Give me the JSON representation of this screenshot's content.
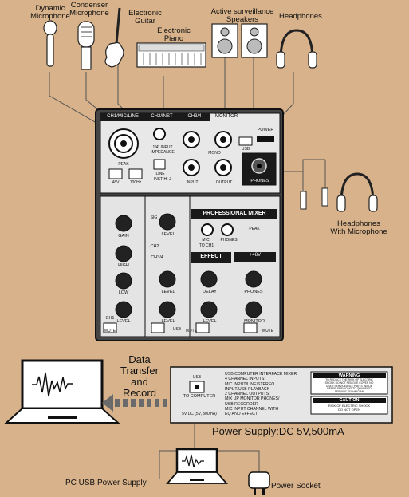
{
  "devices": {
    "dynamic_mic": [
      "Dynamic",
      "Microphone"
    ],
    "condenser_mic": [
      "Condenser",
      "Microphone"
    ],
    "guitar": [
      "Electronic",
      "Guitar"
    ],
    "piano": [
      "Electronic",
      "Piano"
    ],
    "speakers": [
      "Active surveillance",
      "Speakers"
    ],
    "headphones": "Headphones",
    "headset": [
      "Headphones",
      "With Microphone"
    ]
  },
  "mixer": {
    "top": {
      "ch1_mic_line": "CH1/MIC/LINE",
      "ch2_inst": "CH2/INST",
      "ch3_4": "CH3/4",
      "monitor": "MONITOR",
      "power": "POWER",
      "usb": "USB",
      "input_impedance": [
        "1/4\" INPUT",
        "IMPEDANCE"
      ],
      "peak": "PEAK",
      "gain_48v": "48V",
      "gain_100hz": "100Hz",
      "line": "LINE",
      "inst_hi_z": "INST-HI-Z",
      "mono": "MONO",
      "input": "INPUT",
      "output": "OUTPUT",
      "phones": "PHONES"
    },
    "bottom": {
      "professional_mixer": "PROFESSIONAL MIXER",
      "gain": "GAIN",
      "high": "HIGH",
      "low": "LOW",
      "level": "LEVEL",
      "ch1": "CH1",
      "ch2": "CH2",
      "ch3_4": "CH3/4",
      "mute": "MUTE",
      "usb": "USB",
      "sig": "SIG",
      "effect": "EFFECT",
      "delay": "DELAY",
      "plus48v": "+48V",
      "phones": "PHONES",
      "monitor": "MONITOR",
      "mic_in": "MIC",
      "trs_ch1": "TO CH1",
      "peak": "PEAK"
    }
  },
  "flow": {
    "data_transfer": [
      "Data",
      "Transfer",
      "and",
      "Record"
    ]
  },
  "back_panel": {
    "to_computer": "TO COMPUTER",
    "usb_label": "USB",
    "dc_label": "5V DC (5V, 500mA)",
    "features": [
      "USB COMPUTER INTERFACE MIXER",
      "4 CHANNEL INPUTS:",
      "MIC INPUT/LINE/STEREO",
      "INPUT/USB PLAYBACK",
      "2 CHANNEL OUTPUTS:",
      "MIX UP MONITOR PHONES/",
      "USB RECORDER",
      "MIC INPUT CHANNEL WITH",
      "EQ AND EFFECT"
    ],
    "warning_title": "WARNING",
    "warning_text": [
      "TO REDUCE THE RISK OF ELECTRIC",
      "SHOCK DO NOT REMOVE COVER NO",
      "USER SERVICEABLE PARTS INSIDE",
      "REFER SERVICING TO QUALIFIED",
      "SERVICE TECHNICIAN"
    ],
    "caution_title": "CAUTION",
    "caution_text": [
      "RISK OF ELECTRIC SHOCK",
      "DO NOT OPEN"
    ]
  },
  "power_supply": "Power Supply:DC 5V,500mA",
  "pc_usb_power": "PC USB Power Supply",
  "power_socket": "Power Socket",
  "colors": {
    "background": "#d8b28a",
    "panel": "#e6e6e6",
    "dark": "#1a1a1a",
    "arrow": "#6a6a6a"
  }
}
